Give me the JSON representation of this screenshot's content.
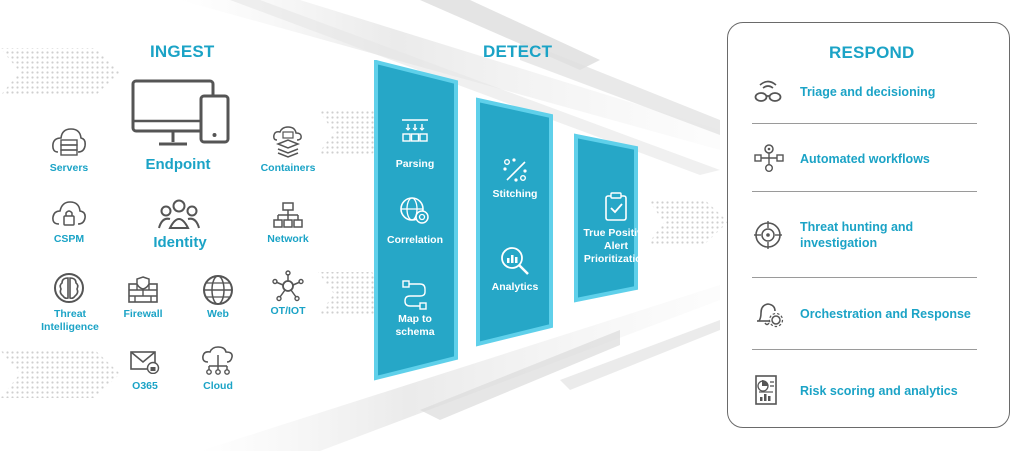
{
  "ingest": {
    "title": "INGEST",
    "endpoint": "Endpoint",
    "identity": "Identity",
    "sources": {
      "servers": "Servers",
      "containers": "Containers",
      "cspm": "CSPM",
      "network": "Network",
      "threat_intelligence": "Threat\nIntelligence",
      "firewall": "Firewall",
      "web": "Web",
      "ot_iot": "OT/IOT",
      "o365": "O365",
      "cloud": "Cloud"
    }
  },
  "detect": {
    "title": "DETECT",
    "panels": [
      {
        "items": [
          "Parsing",
          "Correlation",
          "Map to\nschema"
        ]
      },
      {
        "items": [
          "Stitching",
          "Analytics"
        ]
      },
      {
        "items": [
          "True Positive\nAlert\nPrioritization"
        ]
      }
    ]
  },
  "respond": {
    "title": "RESPOND",
    "items": [
      {
        "label": "Triage and decisioning",
        "icon": "glasses-icon"
      },
      {
        "label": "Automated workflows",
        "icon": "workflow-icon"
      },
      {
        "label": "Threat hunting and\ninvestigation",
        "icon": "crosshair-icon"
      },
      {
        "label": "Orchestration and Response",
        "icon": "bell-gear-icon"
      },
      {
        "label": "Risk scoring and analytics",
        "icon": "report-icon"
      }
    ]
  },
  "colors": {
    "accent": "#1ba3c6",
    "panel": "#26a7c7",
    "panel_border": "#5fd0ea",
    "icon_gray": "#555555"
  }
}
